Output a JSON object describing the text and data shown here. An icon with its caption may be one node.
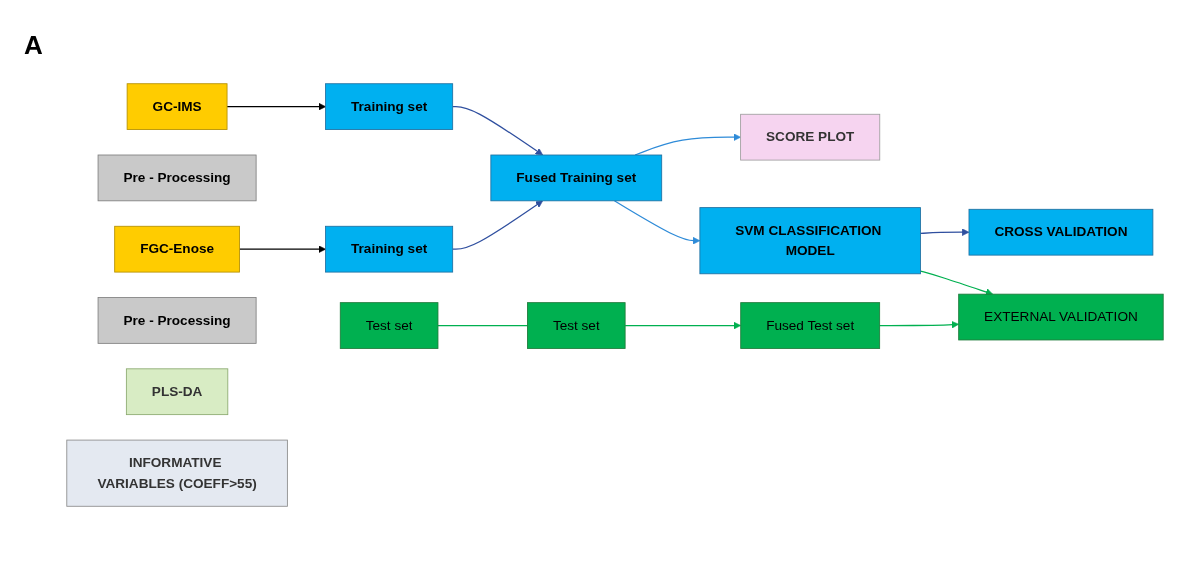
{
  "diagram": {
    "nodes": [
      {
        "text": [
          "GC-IMS"
        ]
      },
      {
        "text": [
          "Pre - Processing"
        ]
      },
      {
        "text": [
          "Training set"
        ]
      },
      {
        "text": [
          "Test set"
        ]
      },
      {
        "text": [
          "FGC-Enose"
        ]
      },
      {
        "text": [
          "Pre - Processing"
        ]
      },
      {
        "text": [
          "Training set"
        ]
      },
      {
        "text": [
          "Test set"
        ]
      },
      {
        "text": [
          "SCORE PLOT"
        ]
      },
      {
        "text": [
          "PLS-DA"
        ]
      },
      {
        "text": [
          "Fused Training set"
        ]
      },
      {
        "text": [
          "INFORMATIVE VARIABLES (COEFF>55)"
        ]
      },
      {
        "text": [
          "SVM CLASSIFICATION MODEL"
        ]
      },
      {
        "text": [
          "CROSS VALIDATION"
        ]
      },
      {
        "text": [
          "Fused Test set"
        ]
      },
      {
        "text": [
          "EXTERNAL VALIDATION"
        ]
      }
    ],
    "edges": [
      {
        "from": 0,
        "to": 2,
        "arrow": "to",
        "color": "#000000"
      },
      {
        "from": 4,
        "to": 6,
        "arrow": "to",
        "color": "#000000"
      },
      {
        "from": 3,
        "to": 7,
        "arrow": "none"
      },
      {
        "from": 2,
        "to": 10,
        "arrow": "to",
        "color": "#2f4f9f"
      },
      {
        "from": 6,
        "to": 10,
        "arrow": "to",
        "color": "#2f4f9f"
      },
      {
        "from": 7,
        "to": 14,
        "arrow": "to"
      },
      {
        "from": 10,
        "to": 8,
        "arrow": "to",
        "color": "#2e8bd8"
      },
      {
        "from": 10,
        "to": 12,
        "arrow": "to",
        "color": "#2e8bd8"
      },
      {
        "from": 12,
        "to": 13,
        "arrow": "to",
        "color": "#2f4f9f"
      },
      {
        "from": 12,
        "to": 15,
        "arrow": "to"
      },
      {
        "from": 14,
        "to": 15,
        "arrow": "to"
      }
    ],
    "labels": [
      "A"
    ]
  }
}
